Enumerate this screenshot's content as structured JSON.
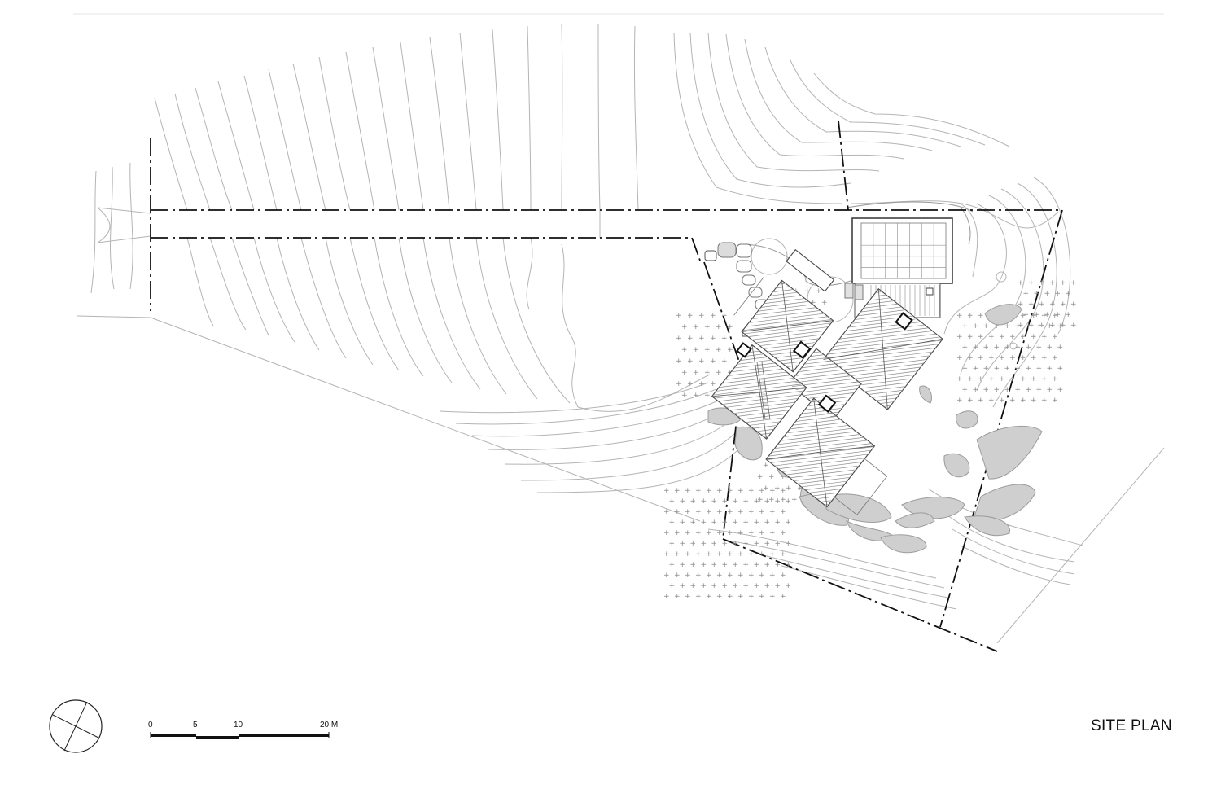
{
  "title": "SITE PLAN",
  "scale_bar": {
    "ticks": [
      "0",
      "5",
      "10",
      "20 M"
    ]
  },
  "colors": {
    "contour": "#b4b4b4",
    "boundary": "#111111",
    "rock": "#cfcfcf",
    "roof_outline": "#444444"
  },
  "icons": [
    "north-arrow-icon"
  ]
}
